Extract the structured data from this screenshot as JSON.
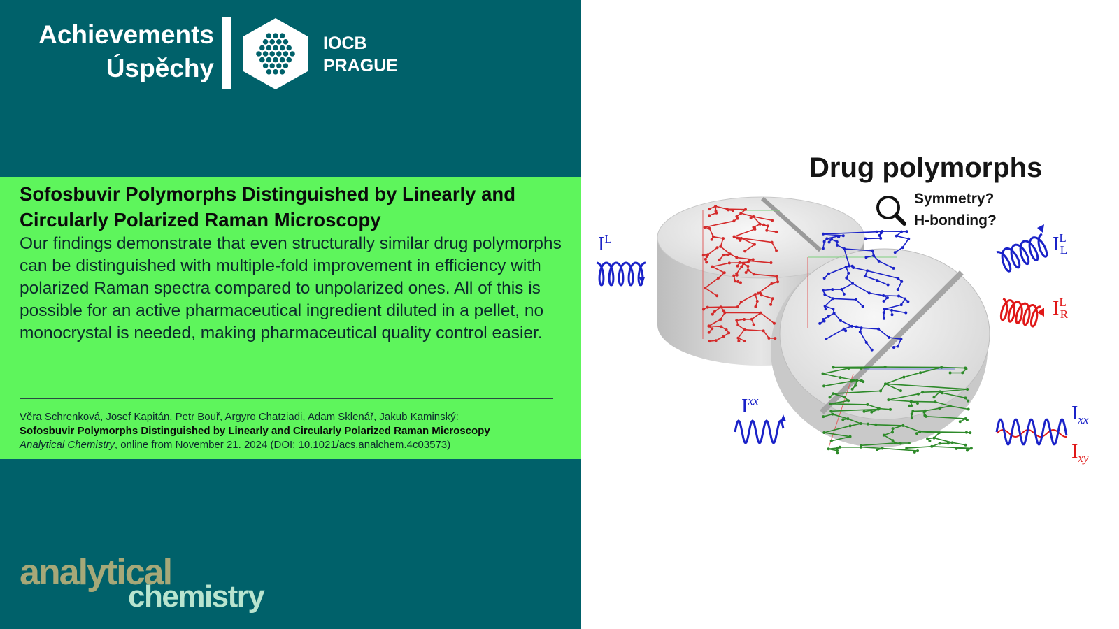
{
  "header": {
    "line1": "Achievements",
    "line2": "Úspěchy",
    "org_line1": "IOCB",
    "org_line2": "PRAGUE"
  },
  "article": {
    "title": "Sofosbuvir Polymorphs Distinguished by Linearly and Circularly Polarized Raman Microscopy",
    "abstract": "Our findings demonstrate that even structurally similar drug polymorphs can be distinguished with multiple-fold improvement in efficiency with polarized Raman spectra compared to unpolarized ones. All of this is possible for an active pharmaceutical ingredient diluted in a pellet, no monocrystal is needed, making pharmaceutical quality control easier."
  },
  "reference": {
    "authors": "Věra Schrenková, Josef Kapitán, Petr Bouř, Argyro Chatziadi, Adam Sklenář, Jakub Kaminský:",
    "title": "Sofosbuvir Polymorphs Distinguished by Linearly and Circularly Polarized Raman Microscopy",
    "journal": "Analytical Chemistry",
    "details": ", online from November 21. 2024 (DOI: 10.1021/acs.analchem.4c03573)"
  },
  "journal_logo": {
    "word1": "analytical",
    "word2": "chemistry"
  },
  "graphic": {
    "title": "Drug polymorphs",
    "question1": "Symmetry?",
    "question2": "H-bonding?",
    "label_incident_circular": "I",
    "label_incident_circular_sup": "L",
    "label_LL": "I",
    "label_LL_sup": "L",
    "label_LL_sub": "L",
    "label_LR": "I",
    "label_LR_sup": "L",
    "label_LR_sub": "R",
    "label_incident_linear": "I",
    "label_incident_linear_sup": "xx",
    "label_xx": "I",
    "label_xx_sub": "xx",
    "label_xy": "I",
    "label_xy_sub": "xy"
  },
  "colors": {
    "panel_teal": "#00616a",
    "band_green": "#5ef55c",
    "molecule_red": "#d42a2a",
    "molecule_blue": "#1a22c8",
    "molecule_green": "#2e8a2a",
    "logo_olive": "#a6a878",
    "logo_mint": "#b8e4cf"
  }
}
